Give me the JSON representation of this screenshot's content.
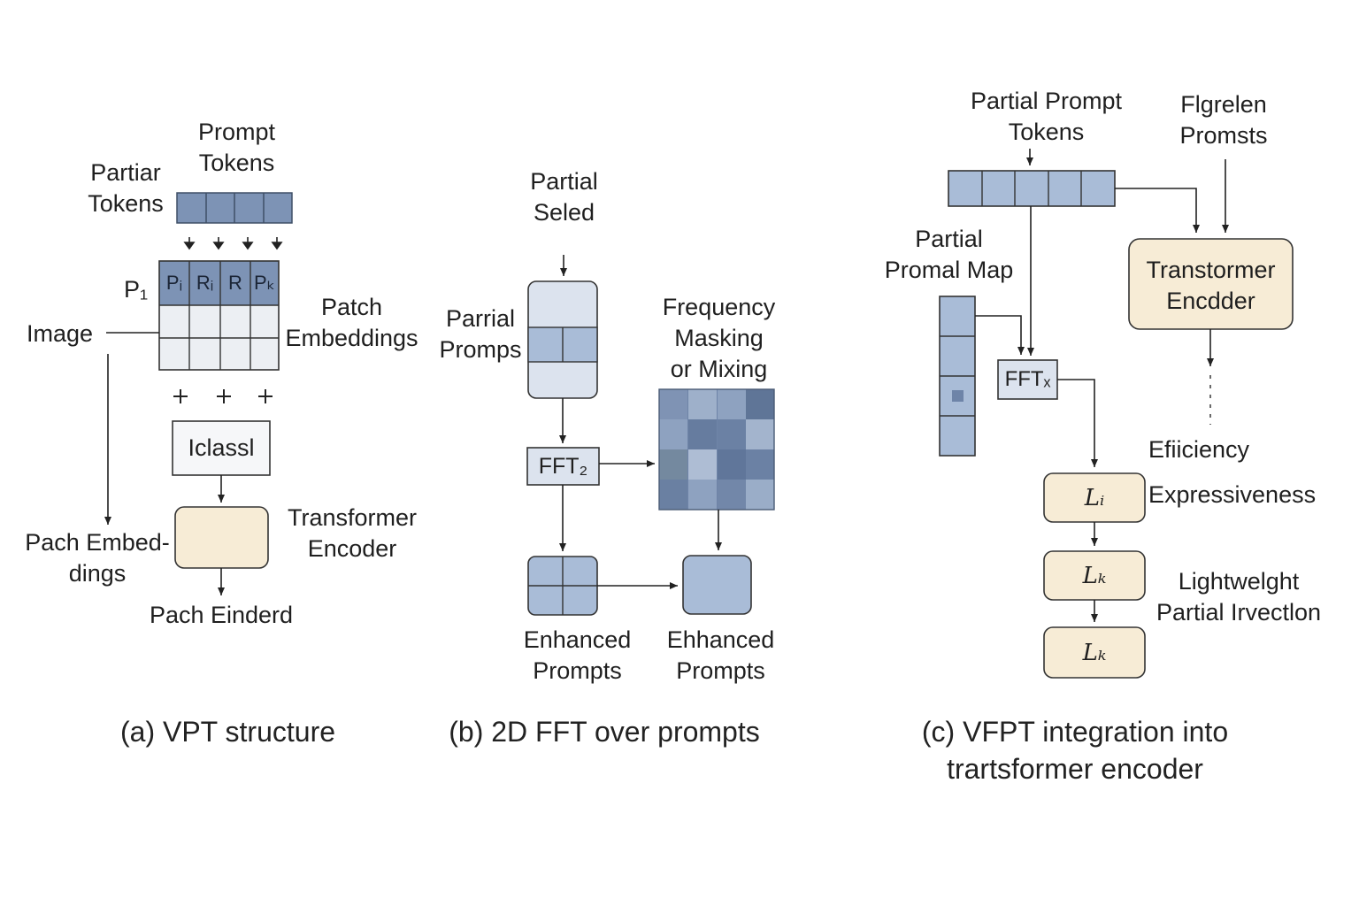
{
  "panel_a": {
    "partiar_tokens": [
      "Partiar",
      "Tokens"
    ],
    "prompt_tokens": [
      "Prompt",
      "Tokens"
    ],
    "p1_label": "P₁",
    "patch_cells": [
      "Pᵢ",
      "Rᵢ",
      "R",
      "Pₖ"
    ],
    "image_label": "Image",
    "patch_embeddings": [
      "Patch",
      "Embeddings"
    ],
    "class_box": "Iclassl",
    "transformer_encoder": [
      "Transformer",
      "Encoder"
    ],
    "pach_embeddings": [
      "Pach Embed-",
      "dings"
    ],
    "pach_einderd": "Pach Einderd",
    "caption": "(a) VPT structure"
  },
  "panel_b": {
    "partial_seled": [
      "Partial",
      "Seled"
    ],
    "parrial_promps": [
      "Parrial",
      "Promps"
    ],
    "freq_masking": [
      "Frequency",
      "Masking",
      "or Mixing"
    ],
    "fft_box": "FFT₂",
    "enhanced_left": [
      "Enhanced",
      "Prompts"
    ],
    "enhanced_right": [
      "Ehhanced",
      "Prompts"
    ],
    "caption": "(b) 2D FFT over prompts"
  },
  "panel_c": {
    "partial_prompt_tokens": [
      "Partial Prompt",
      "Tokens"
    ],
    "figrelen_promsts": [
      "Flgrelen",
      "Promsts"
    ],
    "partial_promal_map": [
      "Partial",
      "Promal Map"
    ],
    "transformer_box": [
      "Transtormer",
      "Encdder"
    ],
    "fft_box": "FFTₓ",
    "efficiency": "Efiiciency",
    "expressiveness": "Expressiveness",
    "l_boxes": [
      "Lᵢ",
      "Lₖ",
      "Lₖ"
    ],
    "lightweight": [
      "Lightwelght",
      "Partial Irvectlon"
    ],
    "caption": [
      "(c) VFPT integration into",
      "trartsformer encoder"
    ]
  },
  "colors": {
    "token_blue": "#7d93b5",
    "light_blue": "#a9bcd7",
    "pale_blue": "#dce3ee",
    "grid_gray": "#eceff3",
    "cream": "#f7ecd6",
    "line": "#222222"
  }
}
